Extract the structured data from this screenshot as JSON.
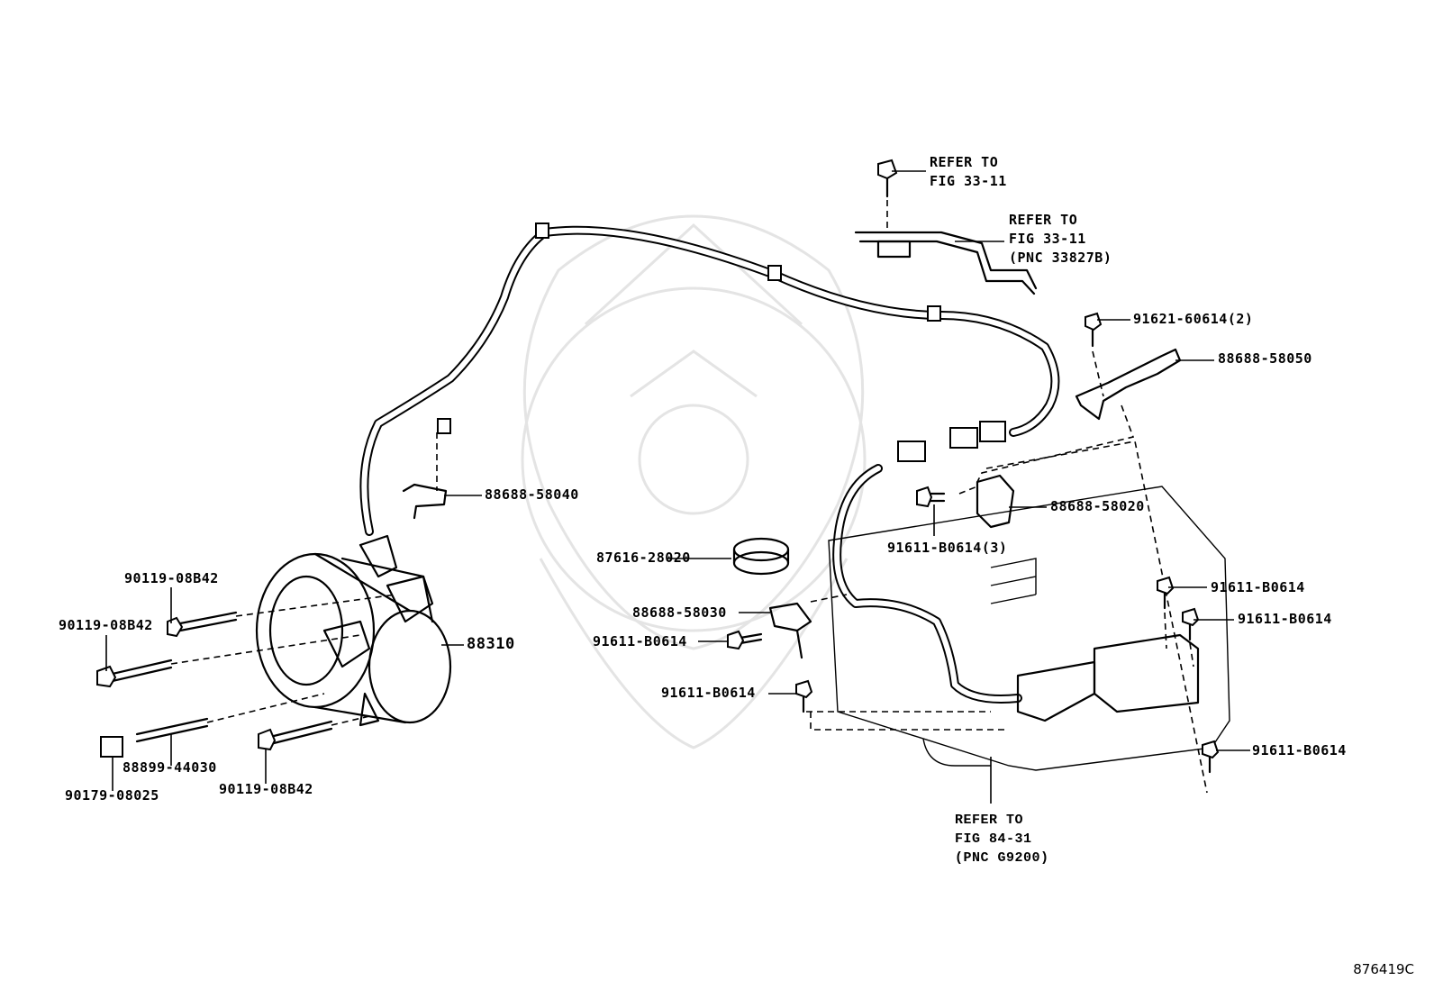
{
  "labels": {
    "refer_33_11_a_l1": "REFER TO",
    "refer_33_11_a_l2": "FIG 33-11",
    "refer_33_11_b_l1": "REFER TO",
    "refer_33_11_b_l2": "FIG 33-11",
    "refer_33_11_b_l3": "(PNC 33827B)",
    "p91621": "91621-60614(2)",
    "p88688_58050": "88688-58050",
    "p88688_58040": "88688-58040",
    "p88688_58020": "88688-58020",
    "p91611_b0614_3": "91611-B0614(3)",
    "p87616": "87616-28020",
    "p90119_a": "90119-08B42",
    "p90119_b": "90119-08B42",
    "p91611_a": "91611-B0614",
    "p91611_b": "91611-B0614",
    "p88688_58030": "88688-58030",
    "p88310": "88310",
    "p91611_c": "91611-B0614",
    "p91611_d": "91611-B0614",
    "p91611_e": "91611-B0614",
    "p88899": "88899-44030",
    "p90179": "90179-08025",
    "p90119_c": "90119-08B42",
    "refer_84_31_l1": "REFER TO",
    "refer_84_31_l2": "FIG 84-31",
    "refer_84_31_l3": "(PNC G9200)"
  },
  "figure_id": "876419C"
}
